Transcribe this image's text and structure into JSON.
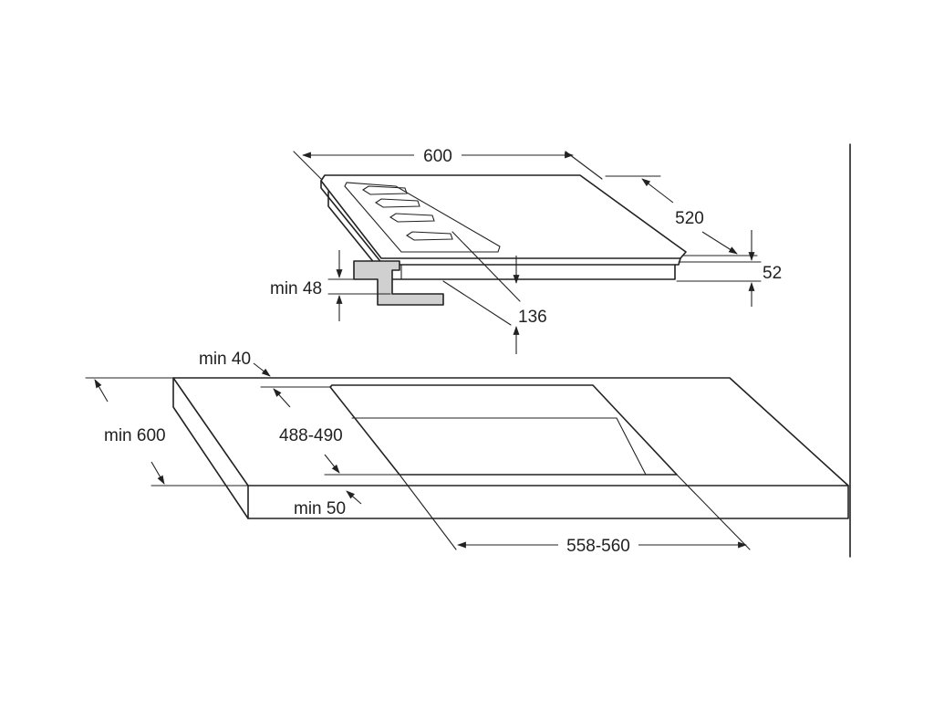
{
  "dimensions": {
    "hob_width": "600",
    "hob_depth": "520",
    "hob_height": "52",
    "bracket_min": "min 48",
    "clearance": "136",
    "wall_clearance": "min 40",
    "worktop_depth": "min 600",
    "cutout_depth": "488-490",
    "front_clearance": "min 50",
    "cutout_width": "558-560"
  },
  "colors": {
    "line": "#222222",
    "bracket_fill": "#d0d0d0"
  }
}
